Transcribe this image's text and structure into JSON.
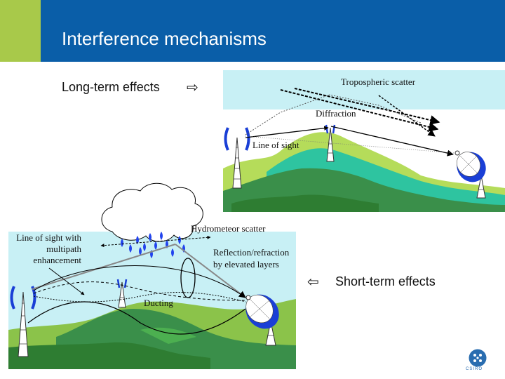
{
  "slide": {
    "title": "Interference mechanisms",
    "long_term_label": "Long-term effects",
    "short_term_label": "Short-term effects",
    "arrow_right": "⇨",
    "arrow_left": "⇦"
  },
  "upper_diagram": {
    "tropospheric_scatter": "Tropospheric scatter",
    "diffraction": "Diffraction",
    "line_of_sight": "Line of sight"
  },
  "lower_diagram": {
    "hydrometeor_scatter": "Hydrometeor scatter",
    "los_multipath_line1": "Line of sight with",
    "los_multipath_line2": "multipath",
    "los_multipath_line3": "enhancement",
    "reflection_line1": "Reflection/refraction",
    "reflection_line2": "by elevated layers",
    "ducting": "Ducting"
  },
  "logo": {
    "text": "CSIRO",
    "icon": "csiro-logo-icon"
  },
  "colors": {
    "title_bar": "#0a5ea8",
    "accent": "#a8c94a",
    "sky": "#c8f0f5",
    "hill_light": "#8bc34a",
    "hill_dark": "#3a8f4a",
    "hill_teal": "#2ec4a0",
    "dish": "#1a3fd6",
    "raindrop": "#2244ee"
  }
}
